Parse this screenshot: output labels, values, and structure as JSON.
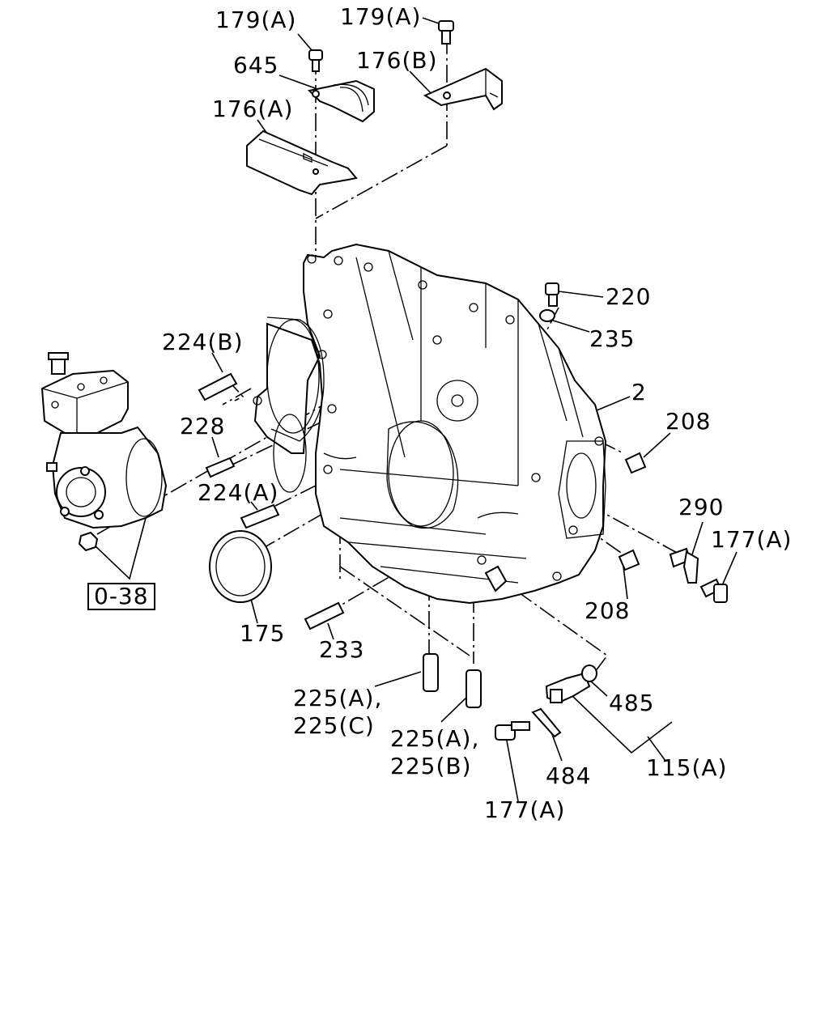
{
  "labels": {
    "l179a_left": "179(A)",
    "l179a_right": "179(A)",
    "l645": "645",
    "l176b": "176(B)",
    "l176a": "176(A)",
    "l220": "220",
    "l235": "235",
    "l2": "2",
    "l208_top": "208",
    "l224b": "224(B)",
    "l228": "228",
    "l224a": "224(A)",
    "l290": "290",
    "l177a_right": "177(A)",
    "l208_bottom": "208",
    "l038": "0-38",
    "l175": "175",
    "l233": "233",
    "l225ac_1": "225(A),",
    "l225ac_2": "225(C)",
    "l485": "485",
    "l225ab_1": "225(A),",
    "l225ab_2": "225(B)",
    "l484": "484",
    "l115a": "115(A)",
    "l177a_bottom": "177(A)"
  }
}
